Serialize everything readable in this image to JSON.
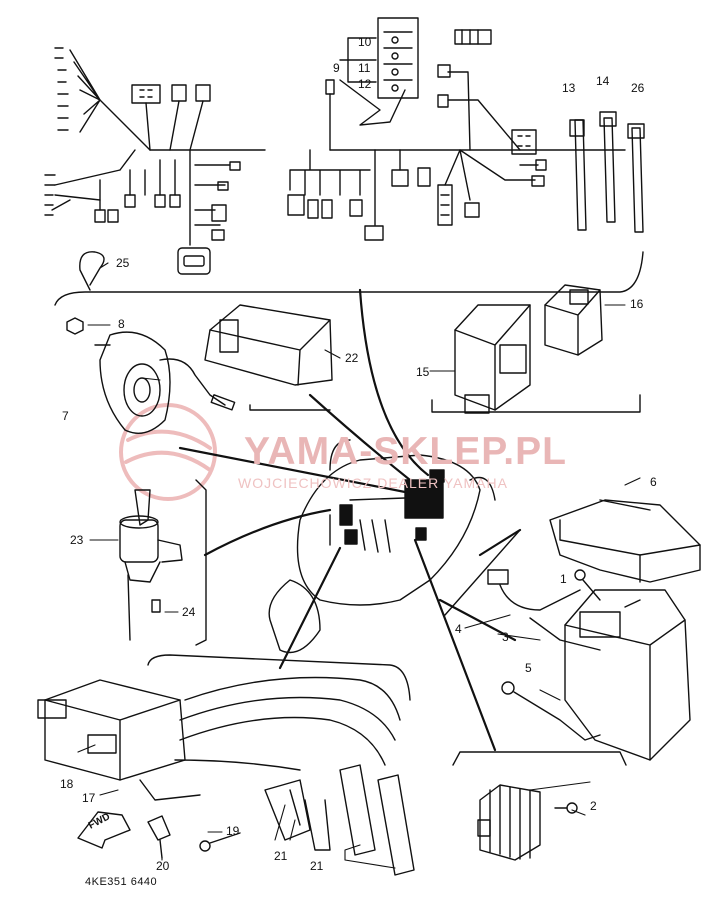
{
  "watermark": {
    "title": "YAMA-SKLEP.PL",
    "subtitle": "WOJCIECHOWICZ DEALER YAMAHA"
  },
  "diagram_code": "4KE351 6440",
  "forward_marker": "FWD",
  "part_labels": {
    "p1": "1",
    "p2": "2",
    "p3": "3",
    "p4": "4",
    "p5": "5",
    "p6": "6",
    "p7": "7",
    "p8": "8",
    "p9": "9",
    "p10": "10",
    "p11": "11",
    "p12": "12",
    "p13": "13",
    "p14": "14",
    "p15": "15",
    "p16": "16",
    "p17": "17",
    "p18": "18",
    "p19": "19",
    "p20": "20",
    "p21a": "21",
    "p21b": "21",
    "p22": "22",
    "p23": "23",
    "p24": "24",
    "p25": "25",
    "p26": "26"
  },
  "colors": {
    "ink": "#111111",
    "watermark": "#e9b6b6"
  }
}
